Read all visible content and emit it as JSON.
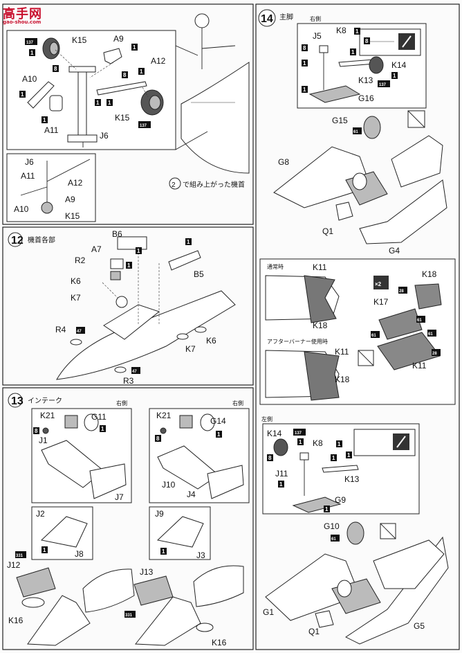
{
  "watermark": {
    "title": "高手网",
    "url": "gao-shou.com"
  },
  "steps": {
    "s11": {
      "parts": {
        "K15a": "K15",
        "A9a": "A9",
        "A10a": "A10",
        "A11a": "A11",
        "A12a": "A12",
        "K15b": "K15",
        "J6a": "J6",
        "J6b": "J6",
        "A11b": "A11",
        "A12b": "A12",
        "A10b": "A10",
        "A9b": "A9",
        "K15c": "K15"
      },
      "codes": {
        "c137a": "137",
        "c137b": "137",
        "n1a": "1",
        "n1b": "1",
        "n1c": "1",
        "n1d": "1",
        "n1e": "1",
        "n1f": "1",
        "n1g": "1",
        "n8a": "8",
        "n8b": "8"
      },
      "note_num": "2",
      "note": "で組み上がった機首"
    },
    "s12": {
      "num": "12",
      "title": "機首各部",
      "parts": {
        "B6": "B6",
        "A7": "A7",
        "R2": "R2",
        "K6a": "K6",
        "K7a": "K7",
        "B5": "B5",
        "R4": "R4",
        "K6b": "K6",
        "K7b": "K7",
        "R3": "R3"
      },
      "codes": {
        "n1a": "1",
        "n1b": "1",
        "n1c": "1",
        "c47a": "47",
        "c47b": "47"
      }
    },
    "s13": {
      "num": "13",
      "title": "インテーク",
      "right_a": "右側",
      "right_b": "右側",
      "parts": {
        "K21a": "K21",
        "G11": "G11",
        "J1": "J1",
        "J7": "J7",
        "K21b": "K21",
        "G14": "G14",
        "J10": "J10",
        "J4": "J4",
        "J2": "J2",
        "J8": "J8",
        "J9": "J9",
        "J3": "J3",
        "J12": "J12",
        "K16a": "K16",
        "J13": "J13",
        "K16b": "K16"
      },
      "codes": {
        "n8a": "8",
        "n1a": "1",
        "n8b": "8",
        "n1b": "1",
        "n1c": "1",
        "n1d": "1",
        "c331a": "331",
        "c331b": "331"
      }
    },
    "s14": {
      "num": "14",
      "title": "主脚",
      "right_side": "右側",
      "left_side": "左側",
      "normal_label": "通常時",
      "afterburner_label": "アフターバーナー使用時",
      "multiplier": "×2",
      "parts": {
        "K8a": "K8",
        "J5": "J5",
        "K14a": "K14",
        "K13a": "K13",
        "G16": "G16",
        "G15": "G15",
        "G8": "G8",
        "Q1a": "Q1",
        "G4": "G4",
        "K11a": "K11",
        "K18a": "K18",
        "K18b": "K18",
        "K17": "K17",
        "K11b": "K11",
        "K18c": "K18",
        "K11c": "K11",
        "K14b": "K14",
        "K8b": "K8",
        "J11": "J11",
        "K13b": "K13",
        "G9": "G9",
        "G10": "G10",
        "G1": "G1",
        "Q1b": "Q1",
        "G5": "G5"
      },
      "codes": {
        "n1a": "1",
        "n1b": "1",
        "n1c": "1",
        "n1d": "1",
        "n1e": "1",
        "n1f": "1",
        "n8a": "8",
        "n8b": "8",
        "n8c": "8",
        "c137a": "137",
        "c137b": "137",
        "c61a": "61",
        "c61b": "61",
        "c61c": "61",
        "c61d": "61",
        "c61e": "61",
        "c28a": "28",
        "c28b": "28",
        "n1g": "1",
        "n1h": "1",
        "n1i": "1",
        "n1j": "1",
        "n1k": "1"
      }
    }
  }
}
